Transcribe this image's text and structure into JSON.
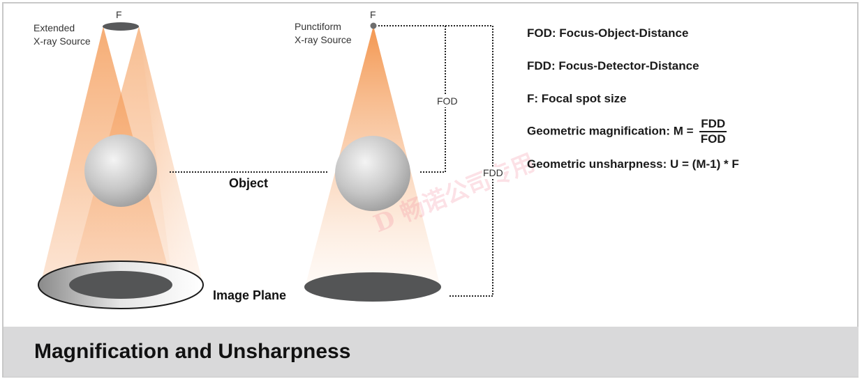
{
  "left_source": {
    "focal_label": "F",
    "label_line1": "Extended",
    "label_line2": "X-ray Source"
  },
  "right_source": {
    "focal_label": "F",
    "label_line1": "Punctiform",
    "label_line2": "X-ray Source"
  },
  "labels": {
    "object": "Object",
    "image_plane": "Image Plane",
    "fod_dim": "FOD",
    "fdd_dim": "FDD"
  },
  "definitions": {
    "fod": "FOD: Focus-Object-Distance",
    "fdd": "FDD: Focus-Detector-Distance",
    "f": "F: Focal spot size",
    "magnification_prefix": "Geometric magnification: M =",
    "magnification_num": "FDD",
    "magnification_den": "FOD",
    "unsharpness": "Geometric unsharpness:  U = (M-1) * F"
  },
  "footer": {
    "title": "Magnification and Unsharpness"
  },
  "watermark": "D 畅诺公司专用",
  "colors": {
    "beam_orange": "#f28b3c",
    "sphere_gray": "#c9c9c9",
    "shadow_dark": "#545556",
    "footer_bg": "#d9d9da"
  }
}
